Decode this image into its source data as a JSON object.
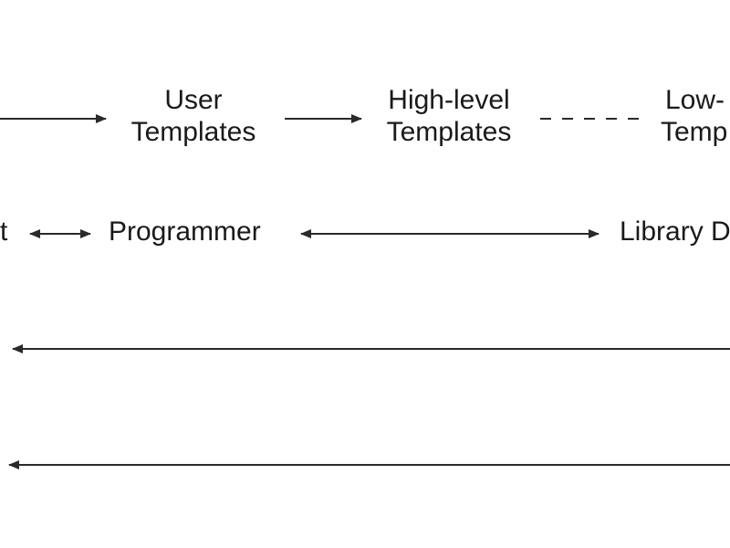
{
  "colors": {
    "background": "#ffffff",
    "ink": "#1a1a1a",
    "line": "#2a2a2a"
  },
  "nodes": {
    "user_templates": {
      "line1": "User",
      "line2": "Templates"
    },
    "high_level_templates": {
      "line1": "High-level",
      "line2": "Templates"
    },
    "low_level_templates": {
      "line1": "Low-",
      "line2": "Temp"
    },
    "left_partial": {
      "label": "t"
    },
    "programmer": {
      "label": "Programmer"
    },
    "library_developer": {
      "label": "Library D"
    }
  }
}
